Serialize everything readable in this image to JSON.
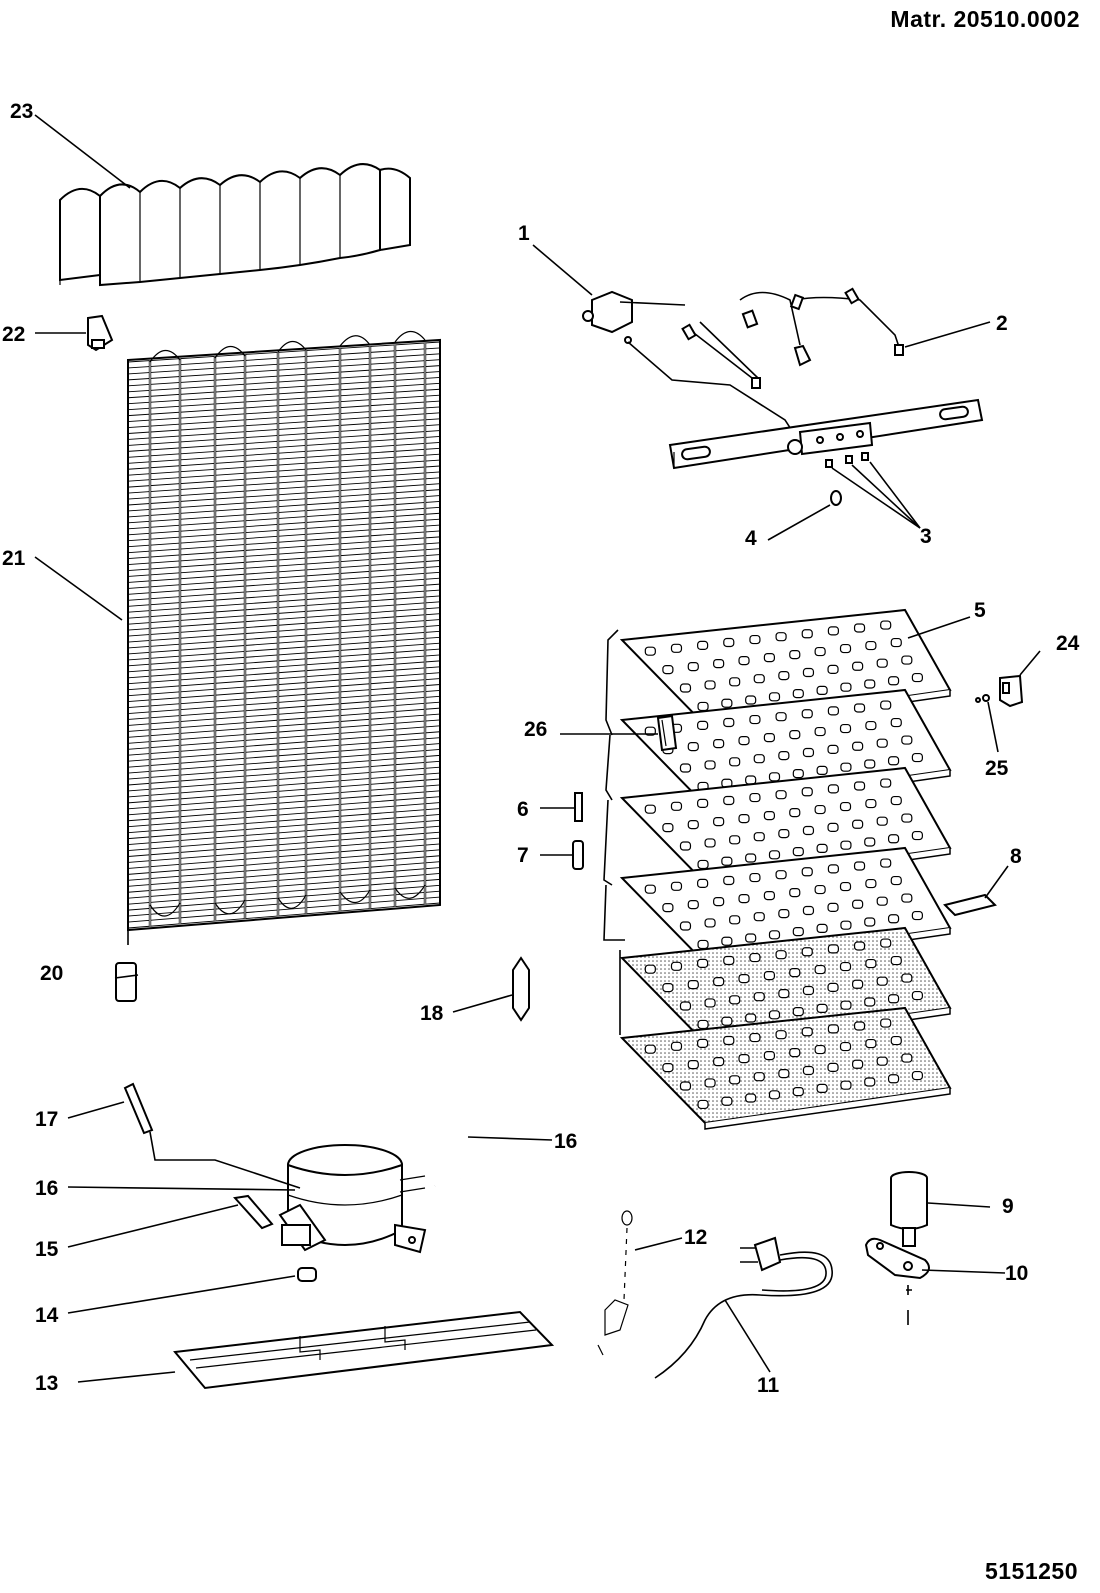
{
  "header": {
    "matr": "Matr. 20510.0002"
  },
  "footer": {
    "doc_number": "5151250"
  },
  "callouts": {
    "c1": "1",
    "c2": "2",
    "c3": "3",
    "c4": "4",
    "c5": "5",
    "c6": "6",
    "c7": "7",
    "c8": "8",
    "c9": "9",
    "c10": "10",
    "c11": "11",
    "c12": "12",
    "c13": "13",
    "c14": "14",
    "c15": "15",
    "c16a": "16",
    "c16b": "16",
    "c17": "17",
    "c18": "18",
    "c20": "20",
    "c21": "21",
    "c22": "22",
    "c23": "23",
    "c24": "24",
    "c25": "25",
    "c26": "26"
  },
  "colors": {
    "ink": "#000000",
    "paper": "#ffffff",
    "dot_fill": "#bbbbbb"
  }
}
